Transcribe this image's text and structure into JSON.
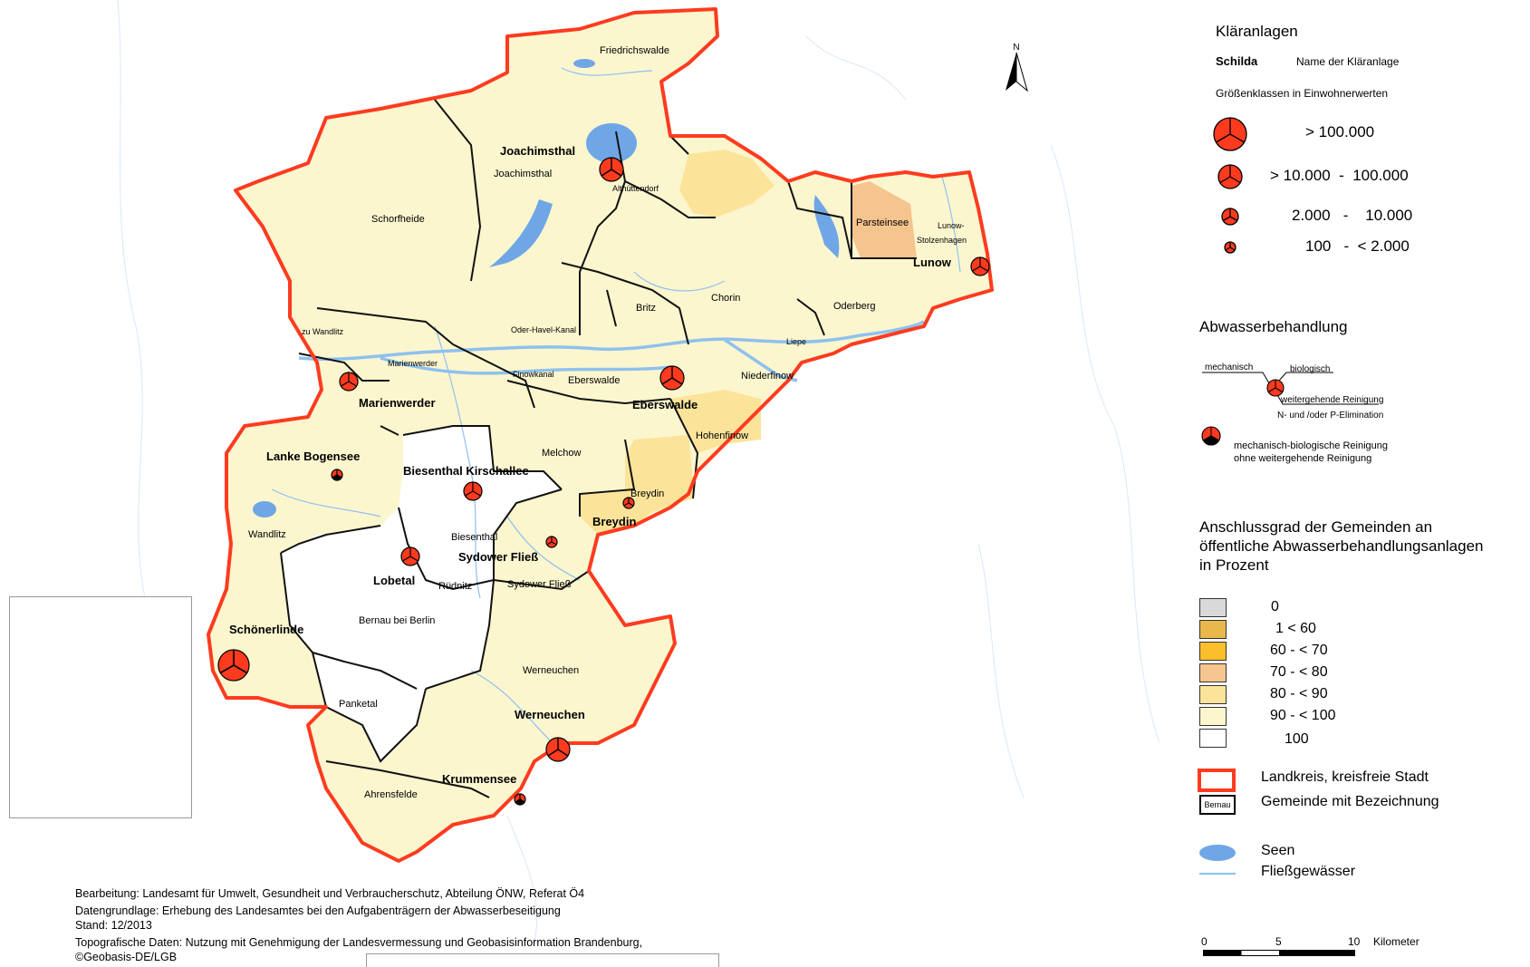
{
  "map": {
    "north_label": "N",
    "municipalities": [
      {
        "name": "Friedrichswalde"
      },
      {
        "name": "Joachimsthal"
      },
      {
        "name": "Schorfheide"
      },
      {
        "name": "Althüttendorf"
      },
      {
        "name": "Parsteinsee"
      },
      {
        "name": "Lunow-"
      },
      {
        "name": "Stolzenhagen"
      },
      {
        "name": "Chorin"
      },
      {
        "name": "Britz"
      },
      {
        "name": "Oderberg"
      },
      {
        "name": "Liepe"
      },
      {
        "name": "zu Wandlitz"
      },
      {
        "name": "Marienwerder"
      },
      {
        "name": "Eberswalde"
      },
      {
        "name": "Niederfinow"
      },
      {
        "name": "Hohenfinow"
      },
      {
        "name": "Melchow"
      },
      {
        "name": "Breydin"
      },
      {
        "name": "Wandlitz"
      },
      {
        "name": "Biesenthal"
      },
      {
        "name": "Sydower Fließ"
      },
      {
        "name": "Rüdnitz"
      },
      {
        "name": "Bernau bei Berlin"
      },
      {
        "name": "Werneuchen"
      },
      {
        "name": "Panketal"
      },
      {
        "name": "Ahrensfelde"
      }
    ],
    "waterways": [
      {
        "name": "Oder-Havel-Kanal"
      },
      {
        "name": "Finowkanal"
      }
    ],
    "plants": [
      {
        "name": "Joachimsthal"
      },
      {
        "name": "Lunow"
      },
      {
        "name": "Marienwerder"
      },
      {
        "name": "Eberswalde"
      },
      {
        "name": "Lanke Bogensee"
      },
      {
        "name": "Biesenthal Kirschallee"
      },
      {
        "name": "Breydin"
      },
      {
        "name": "Lobetal"
      },
      {
        "name": "Sydower Fließ"
      },
      {
        "name": "Schönerlinde"
      },
      {
        "name": "Werneuchen"
      },
      {
        "name": "Krummensee"
      }
    ]
  },
  "legend": {
    "plants_title": "Kläranlagen",
    "example_name": "Schilda",
    "example_desc": "Name der Kläranlage",
    "size_title": "Größenklassen in Einwohnerwerten",
    "size_classes": [
      {
        "label": "> 100.000"
      },
      {
        "label": "> 10.000  -  100.000"
      },
      {
        "label": "2.000   -    10.000"
      },
      {
        "label": "100   -  < 2.000"
      }
    ],
    "treatment_title": "Abwasserbehandlung",
    "treatment_mech": "mechanisch",
    "treatment_bio": "biologisch",
    "treatment_adv": "weitergehende Reinigung",
    "treatment_np": "N- und /oder P-Elimination",
    "treatment_mb_1": "mechanisch-biologische Reinigung",
    "treatment_mb_2": "ohne weitergehende Reinigung",
    "connection_title_1": "Anschlussgrad der Gemeinden an",
    "connection_title_2": "öffentliche Abwasserbehandlungsanlagen",
    "connection_title_3": "in Prozent",
    "connection_classes": [
      {
        "label": "0",
        "color": "#d9d9d9"
      },
      {
        "label": "1 < 60",
        "color": "#e8b84a"
      },
      {
        "label": "60 - < 70",
        "color": "#fcbf2b"
      },
      {
        "label": "70 - < 80",
        "color": "#f5c48f"
      },
      {
        "label": "80 - < 90",
        "color": "#fbe49a"
      },
      {
        "label": "90 - < 100",
        "color": "#fcf6cf"
      },
      {
        "label": "100",
        "color": "#ffffff"
      }
    ],
    "boundary_district": "Landkreis, kreisfreie Stadt",
    "boundary_municipality": "Gemeinde mit Bezeichnung",
    "boundary_sample": "Bernau",
    "lakes": "Seen",
    "rivers": "Fließgewässer",
    "scale_0": "0",
    "scale_5": "5",
    "scale_10": "10",
    "scale_unit": "Kilometer"
  },
  "colors": {
    "district_border": "#ff3b1f",
    "plant_fill": "#ff3b1f",
    "water": "#6fa7e6",
    "river": "#8ec1ee",
    "fill_90_100": "#fcf6cf",
    "fill_80_90": "#fbe49a",
    "fill_70_80": "#f5c48f"
  },
  "footer": {
    "line1": "Bearbeitung: Landesamt für Umwelt, Gesundheit und Verbraucherschutz, Abteilung ÖNW, Referat Ö4",
    "line2": "Datengrundlage: Erhebung des Landesamtes bei den Aufgabenträgern der Abwasserbeseitigung",
    "line3": "Stand: 12/2013",
    "line4": "Topografische Daten: Nutzung mit Genehmigung der Landesvermessung und Geobasisinformation Brandenburg,",
    "line5": "©Geobasis-DE/LGB"
  }
}
